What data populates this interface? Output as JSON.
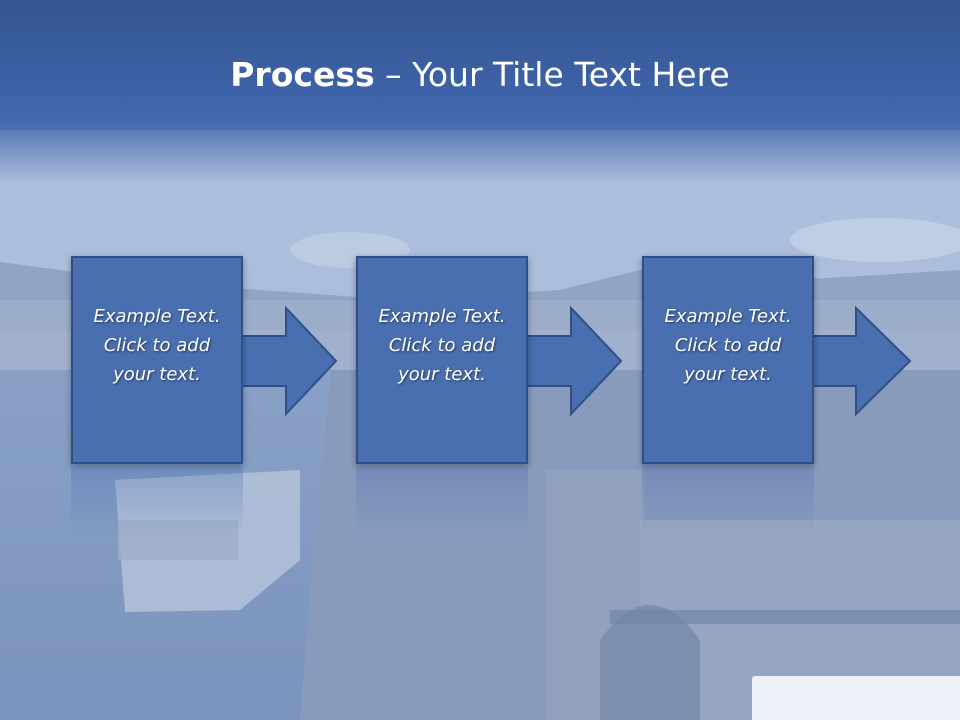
{
  "slide": {
    "title_bold": "Process",
    "title_rest": " – Your Title Text Here",
    "colors": {
      "title_band": "#3d62a7",
      "box_fill": "#4a6fb0",
      "box_border": "#2f4f86",
      "text": "#ffffff"
    },
    "steps": [
      {
        "line1": "Example Text.",
        "line2": "Click  to add",
        "line3": "your text."
      },
      {
        "line1": "Example Text.",
        "line2": "Click  to add",
        "line3": "your text."
      },
      {
        "line1": "Example Text.",
        "line2": "Click  to add",
        "line3": "your text."
      }
    ],
    "icons": [
      "right-arrow-icon",
      "right-arrow-icon",
      "right-arrow-icon"
    ]
  }
}
